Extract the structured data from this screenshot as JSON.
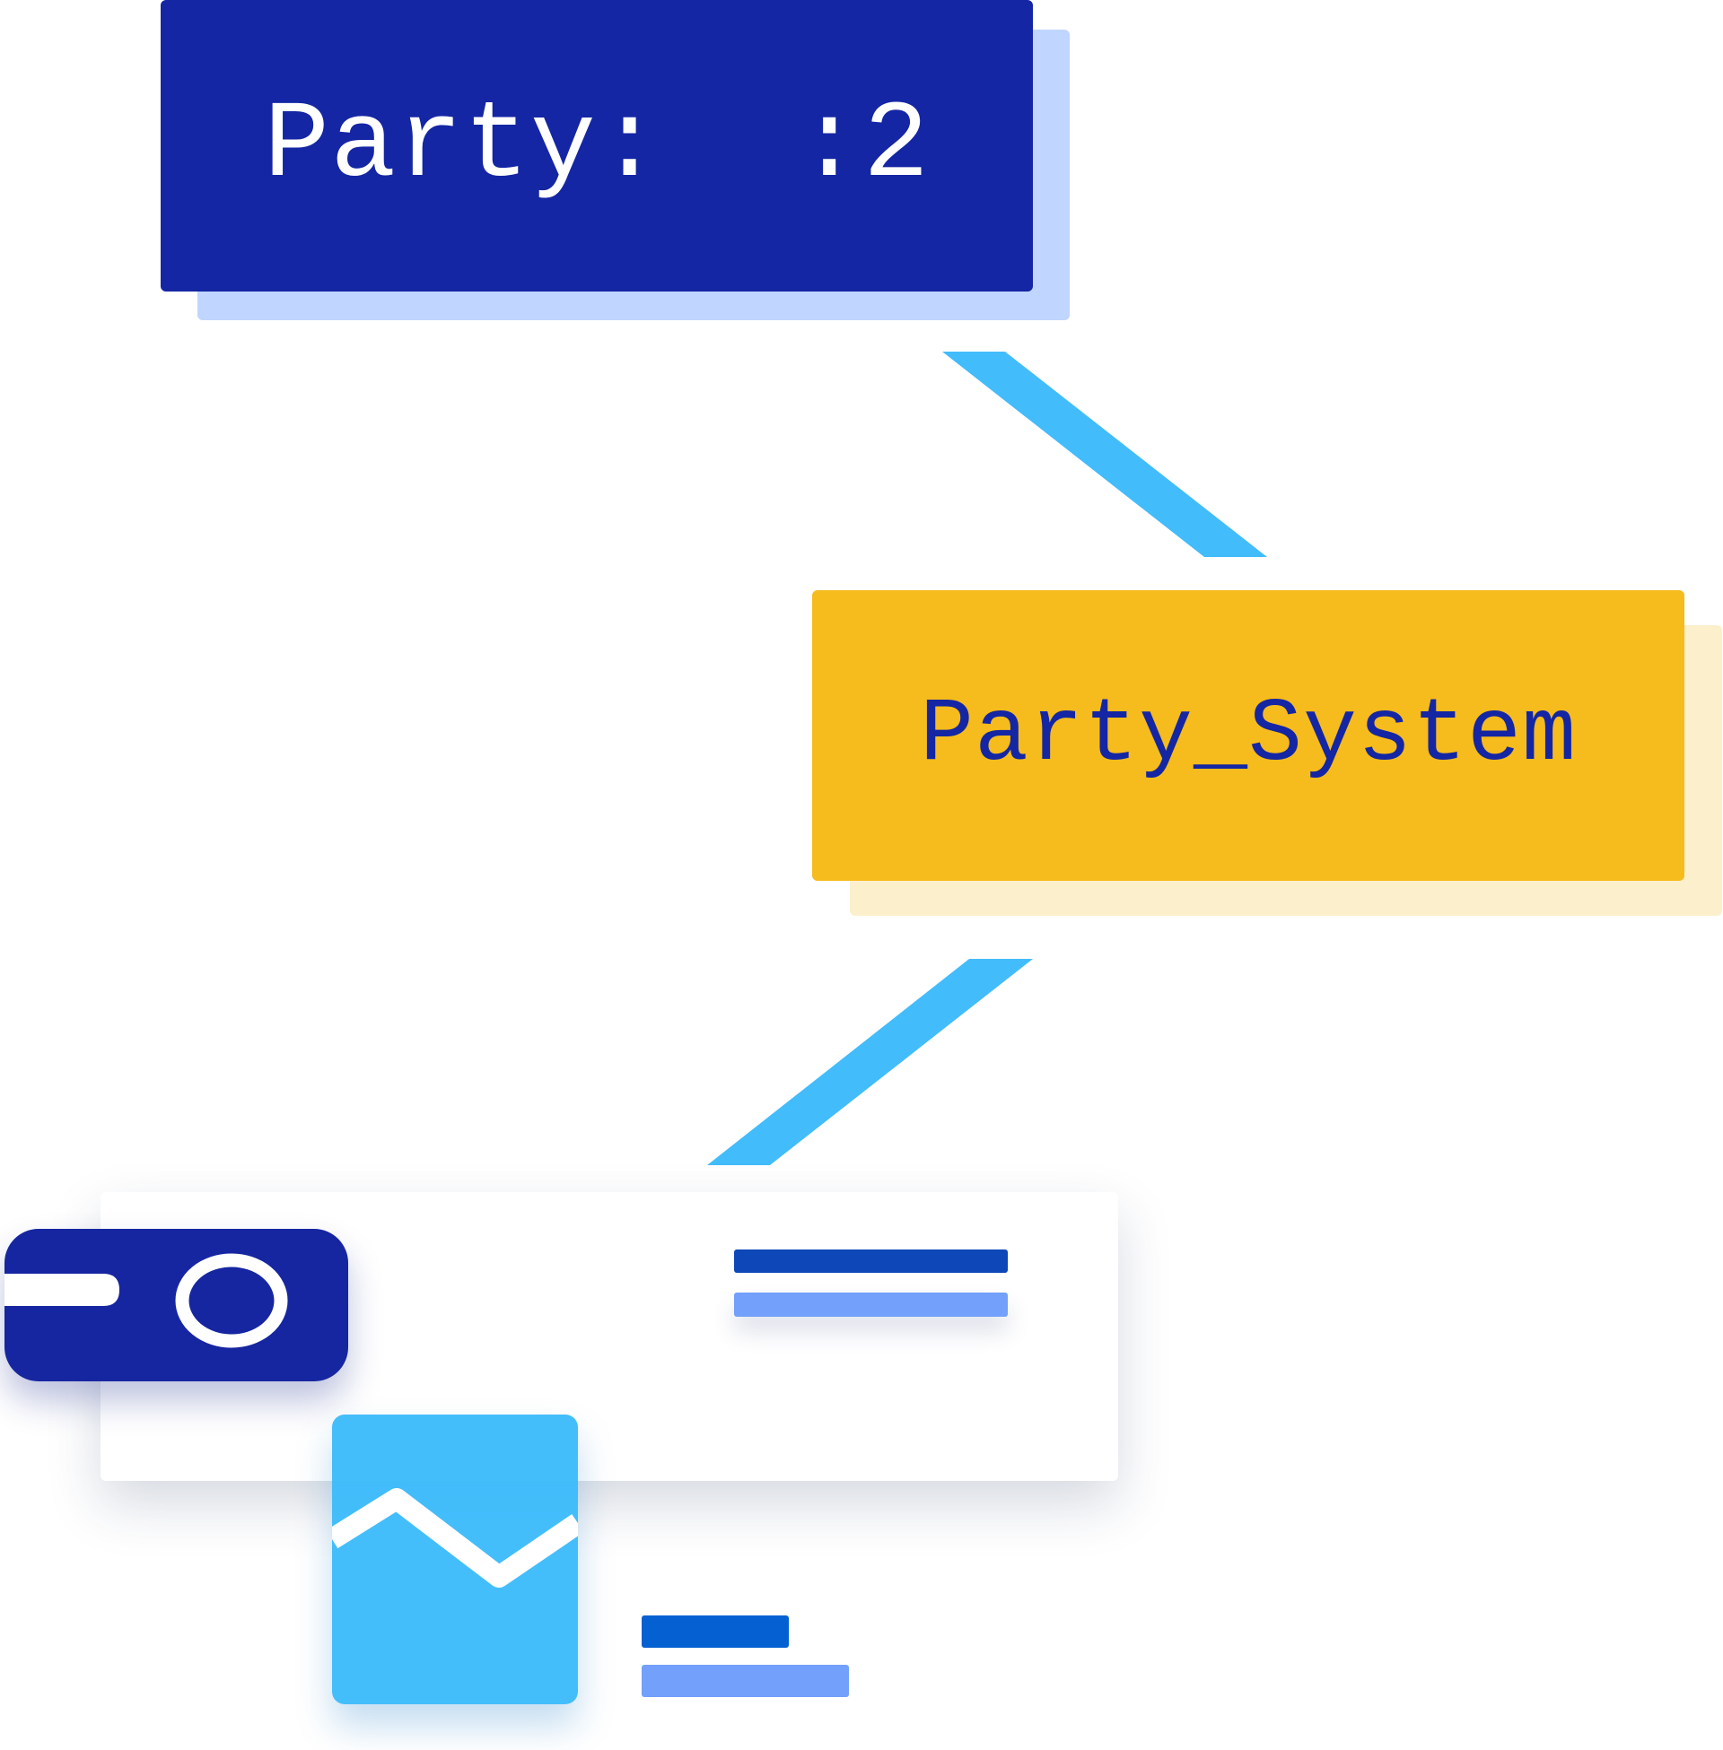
{
  "diagram": {
    "nodes": [
      {
        "id": "top",
        "label": "Party:  :2",
        "fill": "#1426a3",
        "shadow": "#c0d5ff",
        "text_color": "#ffffff"
      },
      {
        "id": "middle",
        "label": "Party_System",
        "fill": "#f6bb1c",
        "shadow": "#fcefcc",
        "text_color": "#1426a3"
      }
    ],
    "connectors": [
      {
        "from": "top",
        "to": "middle",
        "color": "#42bcfb"
      },
      {
        "from": "middle",
        "to": "illustration",
        "color": "#42bcfb"
      }
    ]
  },
  "illustration": {
    "icons": [
      "toggle-switch-icon",
      "line-chart-icon"
    ],
    "colors": {
      "panel": "#ffffff",
      "toggle_card": "#1626a0",
      "chart_card": "#34b8fb",
      "bar_dark": "#0d47b8",
      "bar_blue": "#0560d2",
      "bar_light": "#72a0fa"
    }
  }
}
